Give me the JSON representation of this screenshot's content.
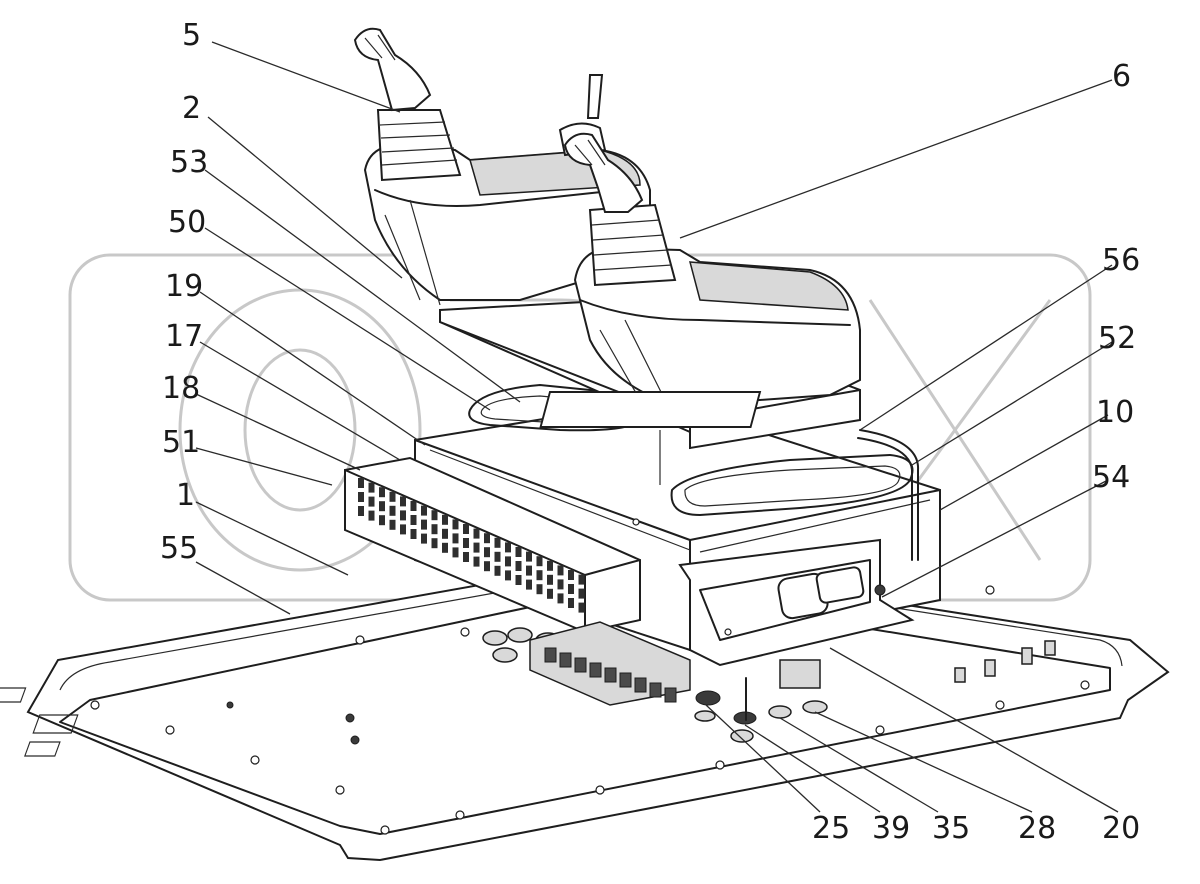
{
  "diagram": {
    "callouts": [
      {
        "id": "5",
        "label": "5"
      },
      {
        "id": "2",
        "label": "2"
      },
      {
        "id": "53",
        "label": "53"
      },
      {
        "id": "50",
        "label": "50"
      },
      {
        "id": "19",
        "label": "19"
      },
      {
        "id": "17",
        "label": "17"
      },
      {
        "id": "18",
        "label": "18"
      },
      {
        "id": "51",
        "label": "51"
      },
      {
        "id": "1",
        "label": "1"
      },
      {
        "id": "55",
        "label": "55"
      },
      {
        "id": "6",
        "label": "6"
      },
      {
        "id": "56",
        "label": "56"
      },
      {
        "id": "52",
        "label": "52"
      },
      {
        "id": "10",
        "label": "10"
      },
      {
        "id": "54",
        "label": "54"
      },
      {
        "id": "25",
        "label": "25"
      },
      {
        "id": "39",
        "label": "39"
      },
      {
        "id": "35",
        "label": "35"
      },
      {
        "id": "28",
        "label": "28"
      },
      {
        "id": "20",
        "label": "20"
      }
    ],
    "watermark": "OPEX"
  }
}
